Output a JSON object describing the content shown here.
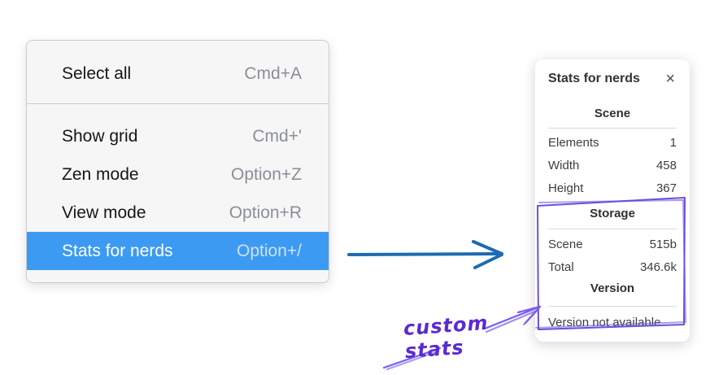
{
  "menu": {
    "groups": [
      {
        "items": [
          {
            "label": "Select all",
            "shortcut": "Cmd+A"
          }
        ]
      },
      {
        "items": [
          {
            "label": "Show grid",
            "shortcut": "Cmd+'"
          },
          {
            "label": "Zen mode",
            "shortcut": "Option+Z"
          },
          {
            "label": "View mode",
            "shortcut": "Option+R"
          },
          {
            "label": "Stats for nerds",
            "shortcut": "Option+/"
          }
        ]
      }
    ],
    "highlighted_item": "Stats for nerds"
  },
  "panel": {
    "title": "Stats for nerds",
    "close_icon": "×",
    "sections": [
      {
        "heading": "Scene",
        "rows": [
          [
            "Elements",
            "1"
          ],
          [
            "Width",
            "458"
          ],
          [
            "Height",
            "367"
          ]
        ]
      },
      {
        "heading": "Storage",
        "rows": [
          [
            "Scene",
            "515b"
          ],
          [
            "Total",
            "346.6k"
          ]
        ]
      },
      {
        "heading": "Version",
        "rows": [],
        "note": "Version not available"
      }
    ]
  },
  "annotation": {
    "label": "custom stats"
  },
  "colors": {
    "menu_highlight": "#3d9af2",
    "menu_highlight_text": "#ffffff",
    "arrow_blue": "#1d6bb0",
    "annotation_purple": "#6741d9",
    "sketch_purple": "#7a5cf0"
  }
}
